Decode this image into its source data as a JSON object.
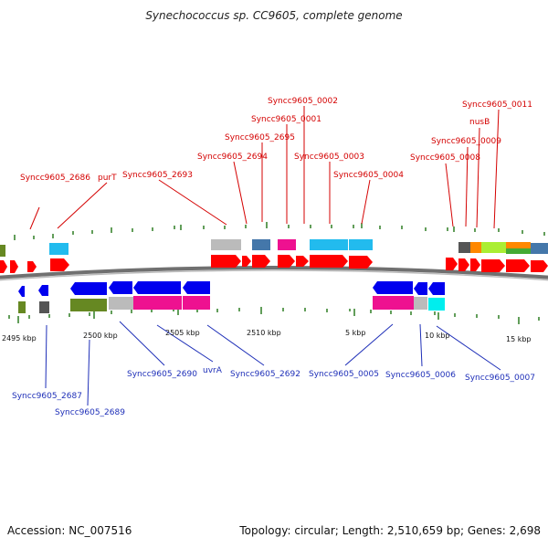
{
  "title": "Synechococcus sp. CC9605, complete genome",
  "footer": {
    "accession": "Accession: NC_007516",
    "summary": "Topology: circular; Length: 2,510,659 bp; Genes: 2,698"
  },
  "colors": {
    "top_label": "#d40000",
    "bottom_label": "#1e2fb8",
    "tick": "#2e7d22",
    "backbone": "#707070",
    "red": "#ff0000",
    "blue": "#0000ee",
    "pink": "#ee1190",
    "cyan": "#22bbee",
    "gray": "#bbbbbb",
    "steel": "#4477aa",
    "olive": "#668822",
    "dark": "#555555",
    "orange": "#ff8800",
    "lime": "#aaee33",
    "aqua": "#00eeee"
  },
  "axis_labels": [
    "2495 kbp",
    "2500 kbp",
    "2505 kbp",
    "2510 kbp",
    "5 kbp",
    "10 kbp",
    "15 kbp"
  ],
  "top_labels": [
    "Syncc9605_2686",
    "purT",
    "Syncc9605_2693",
    "Syncc9605_2694",
    "Syncc9605_2695",
    "Syncc9605_0001",
    "Syncc9605_0002",
    "Syncc9605_0003",
    "Syncc9605_0004",
    "Syncc9605_0008",
    "Syncc9605_0009",
    "nusB",
    "Syncc9605_0011"
  ],
  "bottom_labels": [
    "Syncc9605_2687",
    "Syncc9605_2689",
    "Syncc9605_2690",
    "uvrA",
    "Syncc9605_2692",
    "Syncc9605_0005",
    "Syncc9605_0006",
    "Syncc9605_0007"
  ]
}
